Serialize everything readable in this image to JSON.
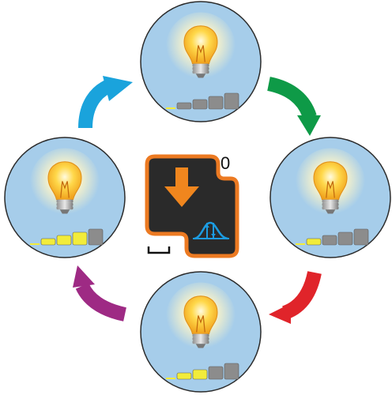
{
  "counter_label": "0",
  "colors": {
    "circle_fill": "#a6cdea",
    "circle_stroke": "#2b2b2b",
    "arrow_top_left": "#1aa3dc",
    "arrow_top_right": "#0e9a47",
    "arrow_bottom_right": "#e0242a",
    "arrow_bottom_left": "#9e2a84",
    "center_icon_bg": "#2a2a2a",
    "center_icon_border": "#ec7a22",
    "center_icon_arrow": "#f0861e",
    "center_icon_symbol": "#1c9be0",
    "bar_lit": "#f2ec3a",
    "bar_unlit": "#8c8c8c"
  },
  "bulbs": [
    {
      "name": "top",
      "level": 1
    },
    {
      "name": "right",
      "level": 2
    },
    {
      "name": "bottom",
      "level": 3
    },
    {
      "name": "left",
      "level": 4
    }
  ],
  "icons": {
    "center": "shutdown-power-reduction-icon",
    "bulb": "light-bulb-icon",
    "arrow": "curved-arrow-icon"
  }
}
